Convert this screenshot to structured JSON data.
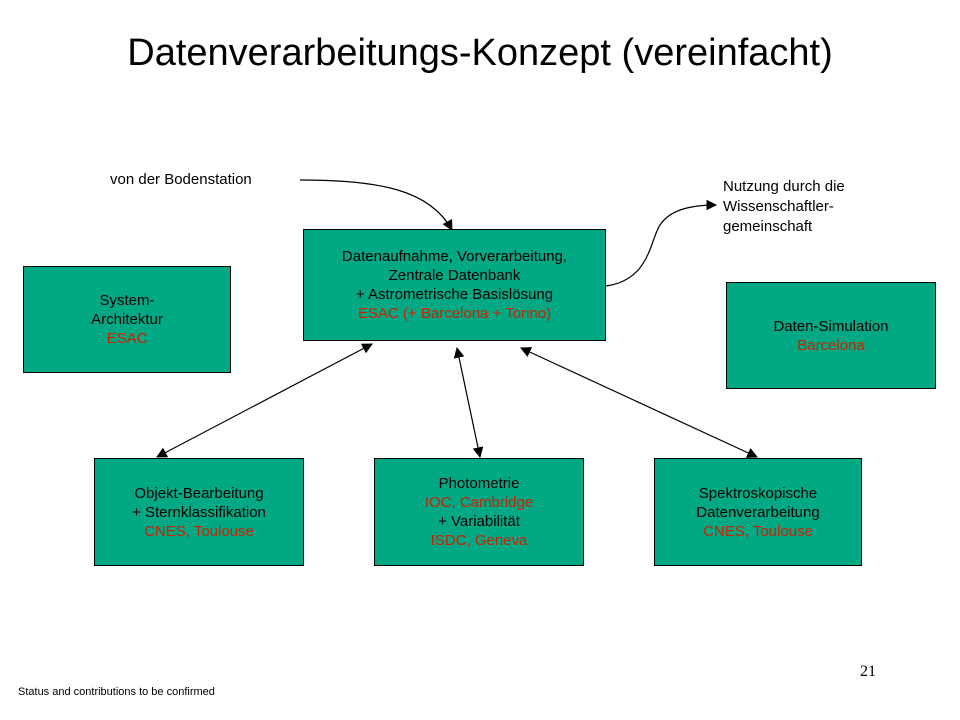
{
  "title": "Datenverarbeitungs-Konzept (vereinfacht)",
  "labels": {
    "ground_station": "von der Bodenstation",
    "usage": [
      "Nutzung durch die",
      "Wissenschaftler-",
      "gemeinschaft"
    ]
  },
  "boxes": {
    "central": {
      "lines": [
        "Datenaufnahme, Vorverarbeitung,",
        "Zentrale Datenbank",
        "+ Astrometrische Basislösung"
      ],
      "org": "ESAC (+ Barcelona + Torino)"
    },
    "system": {
      "lines": [
        "System-",
        "Architektur"
      ],
      "org": "ESAC"
    },
    "simulation": {
      "lines": [
        "Daten-Simulation"
      ],
      "org": "Barcelona"
    },
    "object": {
      "lines": [
        "Objekt-Bearbeitung",
        "+ Sternklassifikation"
      ],
      "org": "CNES, Toulouse"
    },
    "photometry": {
      "line1": "Photometrie",
      "org1": "IOC, Cambridge",
      "line2": "+ Variabilität",
      "org2": "ISDC, Geneva"
    },
    "spectro": {
      "lines": [
        "Spektroskopische",
        "Datenverarbeitung"
      ],
      "org": "CNES, Toulouse"
    }
  },
  "footer": "Status and contributions to be confirmed",
  "page_number": "21",
  "colors": {
    "box_fill": "#00a884",
    "org_text": "#cc2200"
  }
}
